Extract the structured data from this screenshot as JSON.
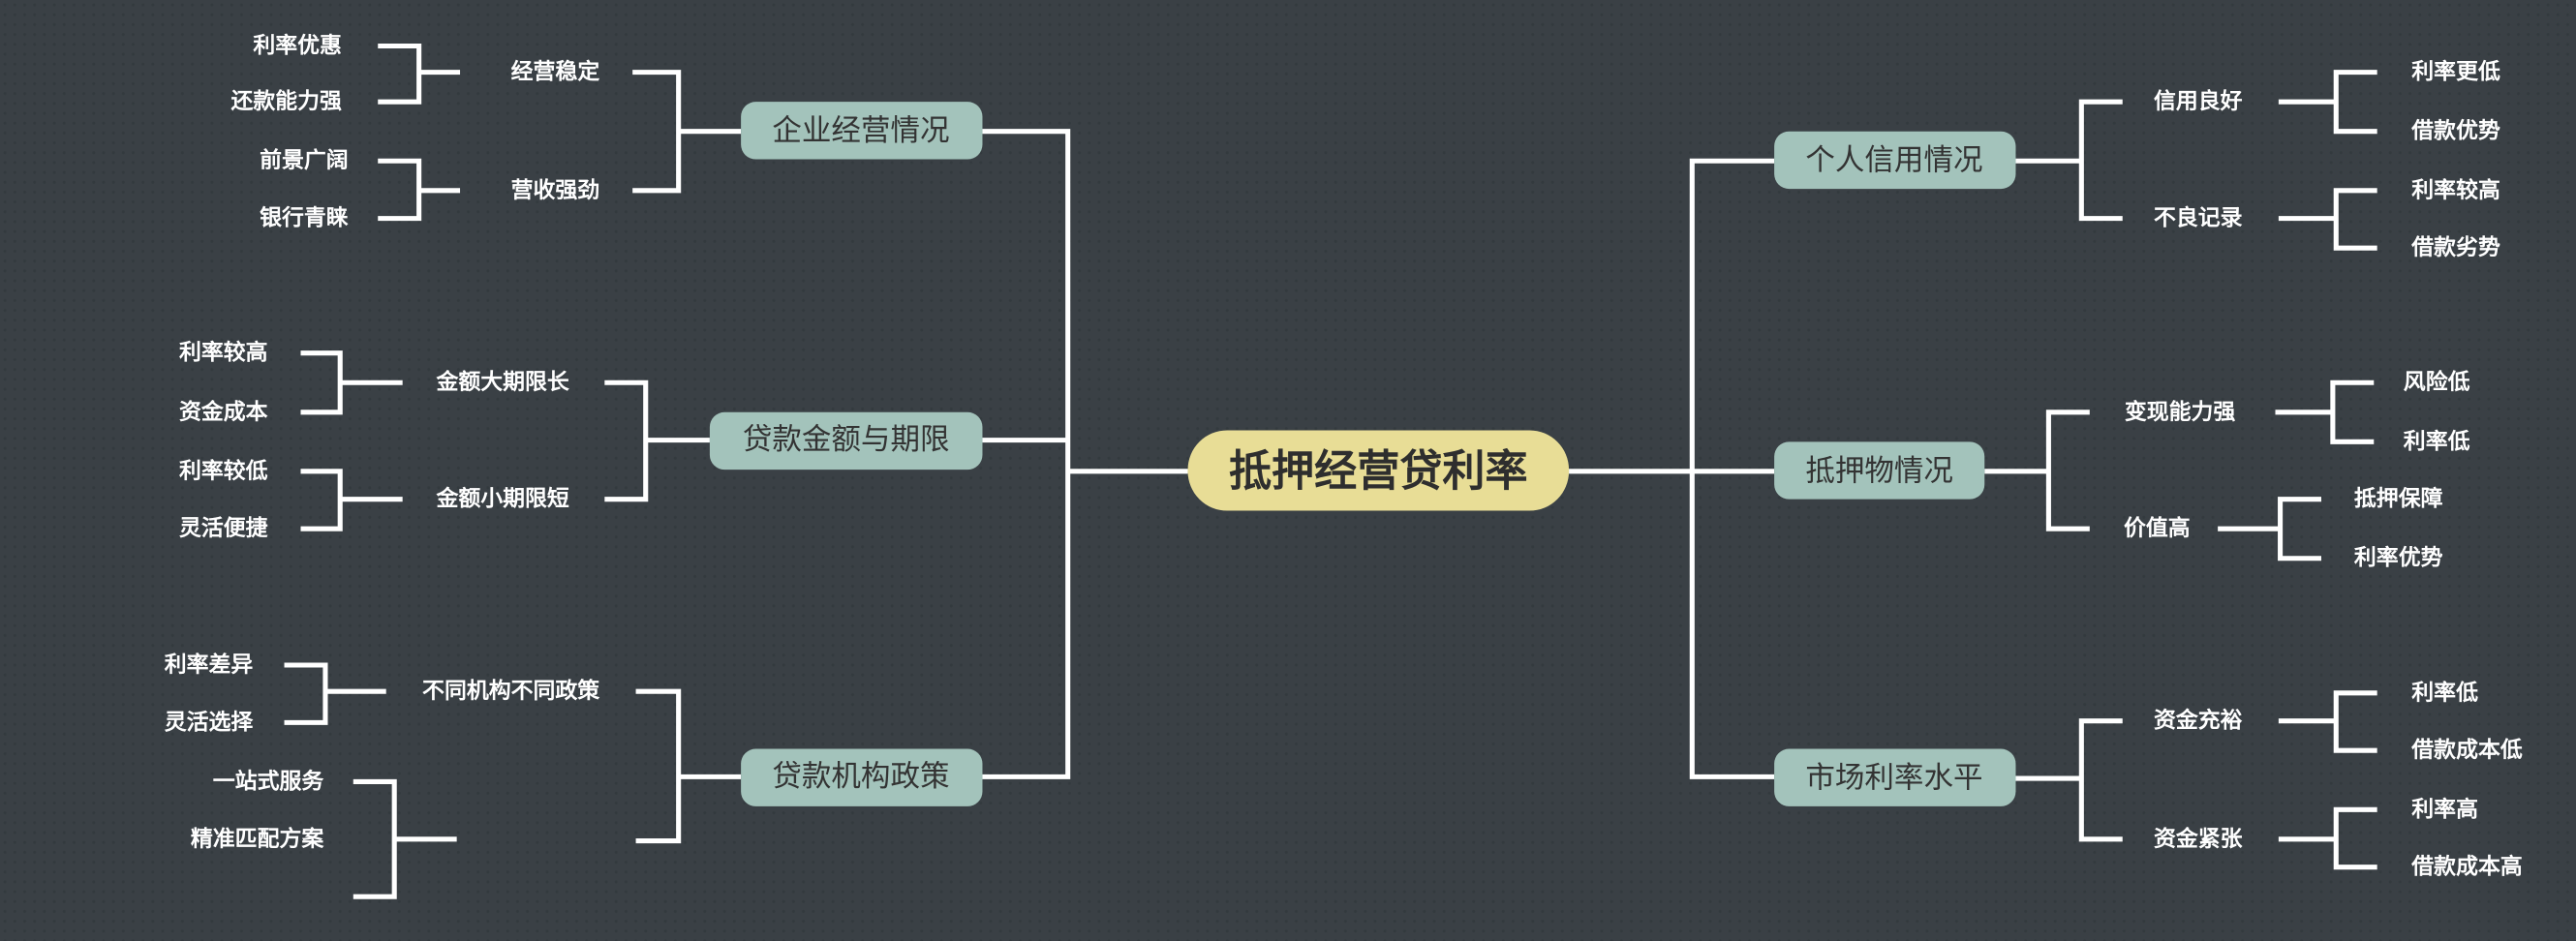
{
  "colors": {
    "background": "#3a4045",
    "root_fill": "#e8dd96",
    "branch_fill": "#a3c3bb",
    "line": "#ffffff"
  },
  "root": "抵押经营贷利率",
  "left": [
    {
      "label": "企业经营情况",
      "children": [
        {
          "label": "经营稳定",
          "children": [
            "利率优惠",
            "还款能力强"
          ]
        },
        {
          "label": "营收强劲",
          "children": [
            "前景广阔",
            "银行青睐"
          ]
        }
      ]
    },
    {
      "label": "贷款金额与期限",
      "children": [
        {
          "label": "金额大期限长",
          "children": [
            "利率较高",
            "资金成本"
          ]
        },
        {
          "label": "金额小期限短",
          "children": [
            "利率较低",
            "灵活便捷"
          ]
        }
      ]
    },
    {
      "label": "贷款机构政策",
      "children": [
        {
          "label": "不同机构不同政策",
          "children": [
            "利率差异",
            "灵活选择"
          ]
        },
        {
          "label": "",
          "children": [
            "一站式服务",
            "精准匹配方案",
            ""
          ]
        }
      ]
    }
  ],
  "right": [
    {
      "label": "个人信用情况",
      "children": [
        {
          "label": "信用良好",
          "children": [
            "利率更低",
            "借款优势"
          ]
        },
        {
          "label": "不良记录",
          "children": [
            "利率较高",
            "借款劣势"
          ]
        }
      ]
    },
    {
      "label": "抵押物情况",
      "children": [
        {
          "label": "变现能力强",
          "children": [
            "风险低",
            "利率低"
          ]
        },
        {
          "label": "价值高",
          "children": [
            "抵押保障",
            "利率优势"
          ]
        }
      ]
    },
    {
      "label": "市场利率水平",
      "children": [
        {
          "label": "资金充裕",
          "children": [
            "利率低",
            "借款成本低"
          ]
        },
        {
          "label": "资金紧张",
          "children": [
            "利率高",
            "借款成本高"
          ]
        }
      ]
    }
  ]
}
